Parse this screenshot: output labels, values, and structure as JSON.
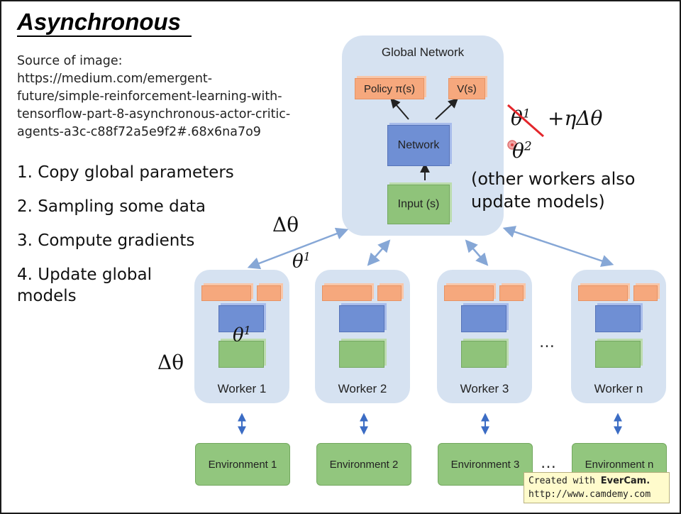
{
  "slide": {
    "title": "Asynchronous",
    "source": "Source of image: https://medium.com/emergent-future/simple-reinforcement-learning-with-tensorflow-part-8-asynchronous-actor-critic-agents-a3c-c88f72a5e9f2#.68x6na7o9",
    "source_lines": [
      "Source of image:",
      "https://medium.com/emergent-",
      "future/simple-reinforcement-learning-with-",
      "tensorflow-part-8-asynchronous-actor-critic-",
      "agents-a3c-c88f72a5e9f2#.68x6na7o9"
    ],
    "steps": [
      "1. Copy global parameters",
      "2. Sampling some data",
      "3. Compute gradients",
      "4. Update global models"
    ]
  },
  "diagram": {
    "global": {
      "title": "Global Network",
      "policy": "Policy π(s)",
      "value": "V(s)",
      "network": "Network",
      "input": "Input (s)"
    },
    "workers": [
      "Worker 1",
      "Worker 2",
      "Worker 3",
      "Worker n"
    ],
    "environments": [
      "Environment 1",
      "Environment 2",
      "Environment 3",
      "Environment n"
    ],
    "ellipsis": "…"
  },
  "annotations": {
    "delta_theta": "Δθ",
    "theta1": "θ",
    "theta1_sup": "1",
    "theta2": "θ",
    "theta2_sup": "2",
    "update_term": "+ηΔθ",
    "note_line1": "(other workers also",
    "note_line2": "update models)"
  },
  "watermark": {
    "line1_prefix": "Created with ",
    "line1_brand": "EverCam.",
    "line2": "http://www.camdemy.com"
  },
  "colors": {
    "panel": "#d6e2f1",
    "orange": "#f6a87d",
    "blue": "#6f8fd4",
    "green": "#8fc37a",
    "arrow": "#86a7d6",
    "strike": "#e3262b"
  }
}
